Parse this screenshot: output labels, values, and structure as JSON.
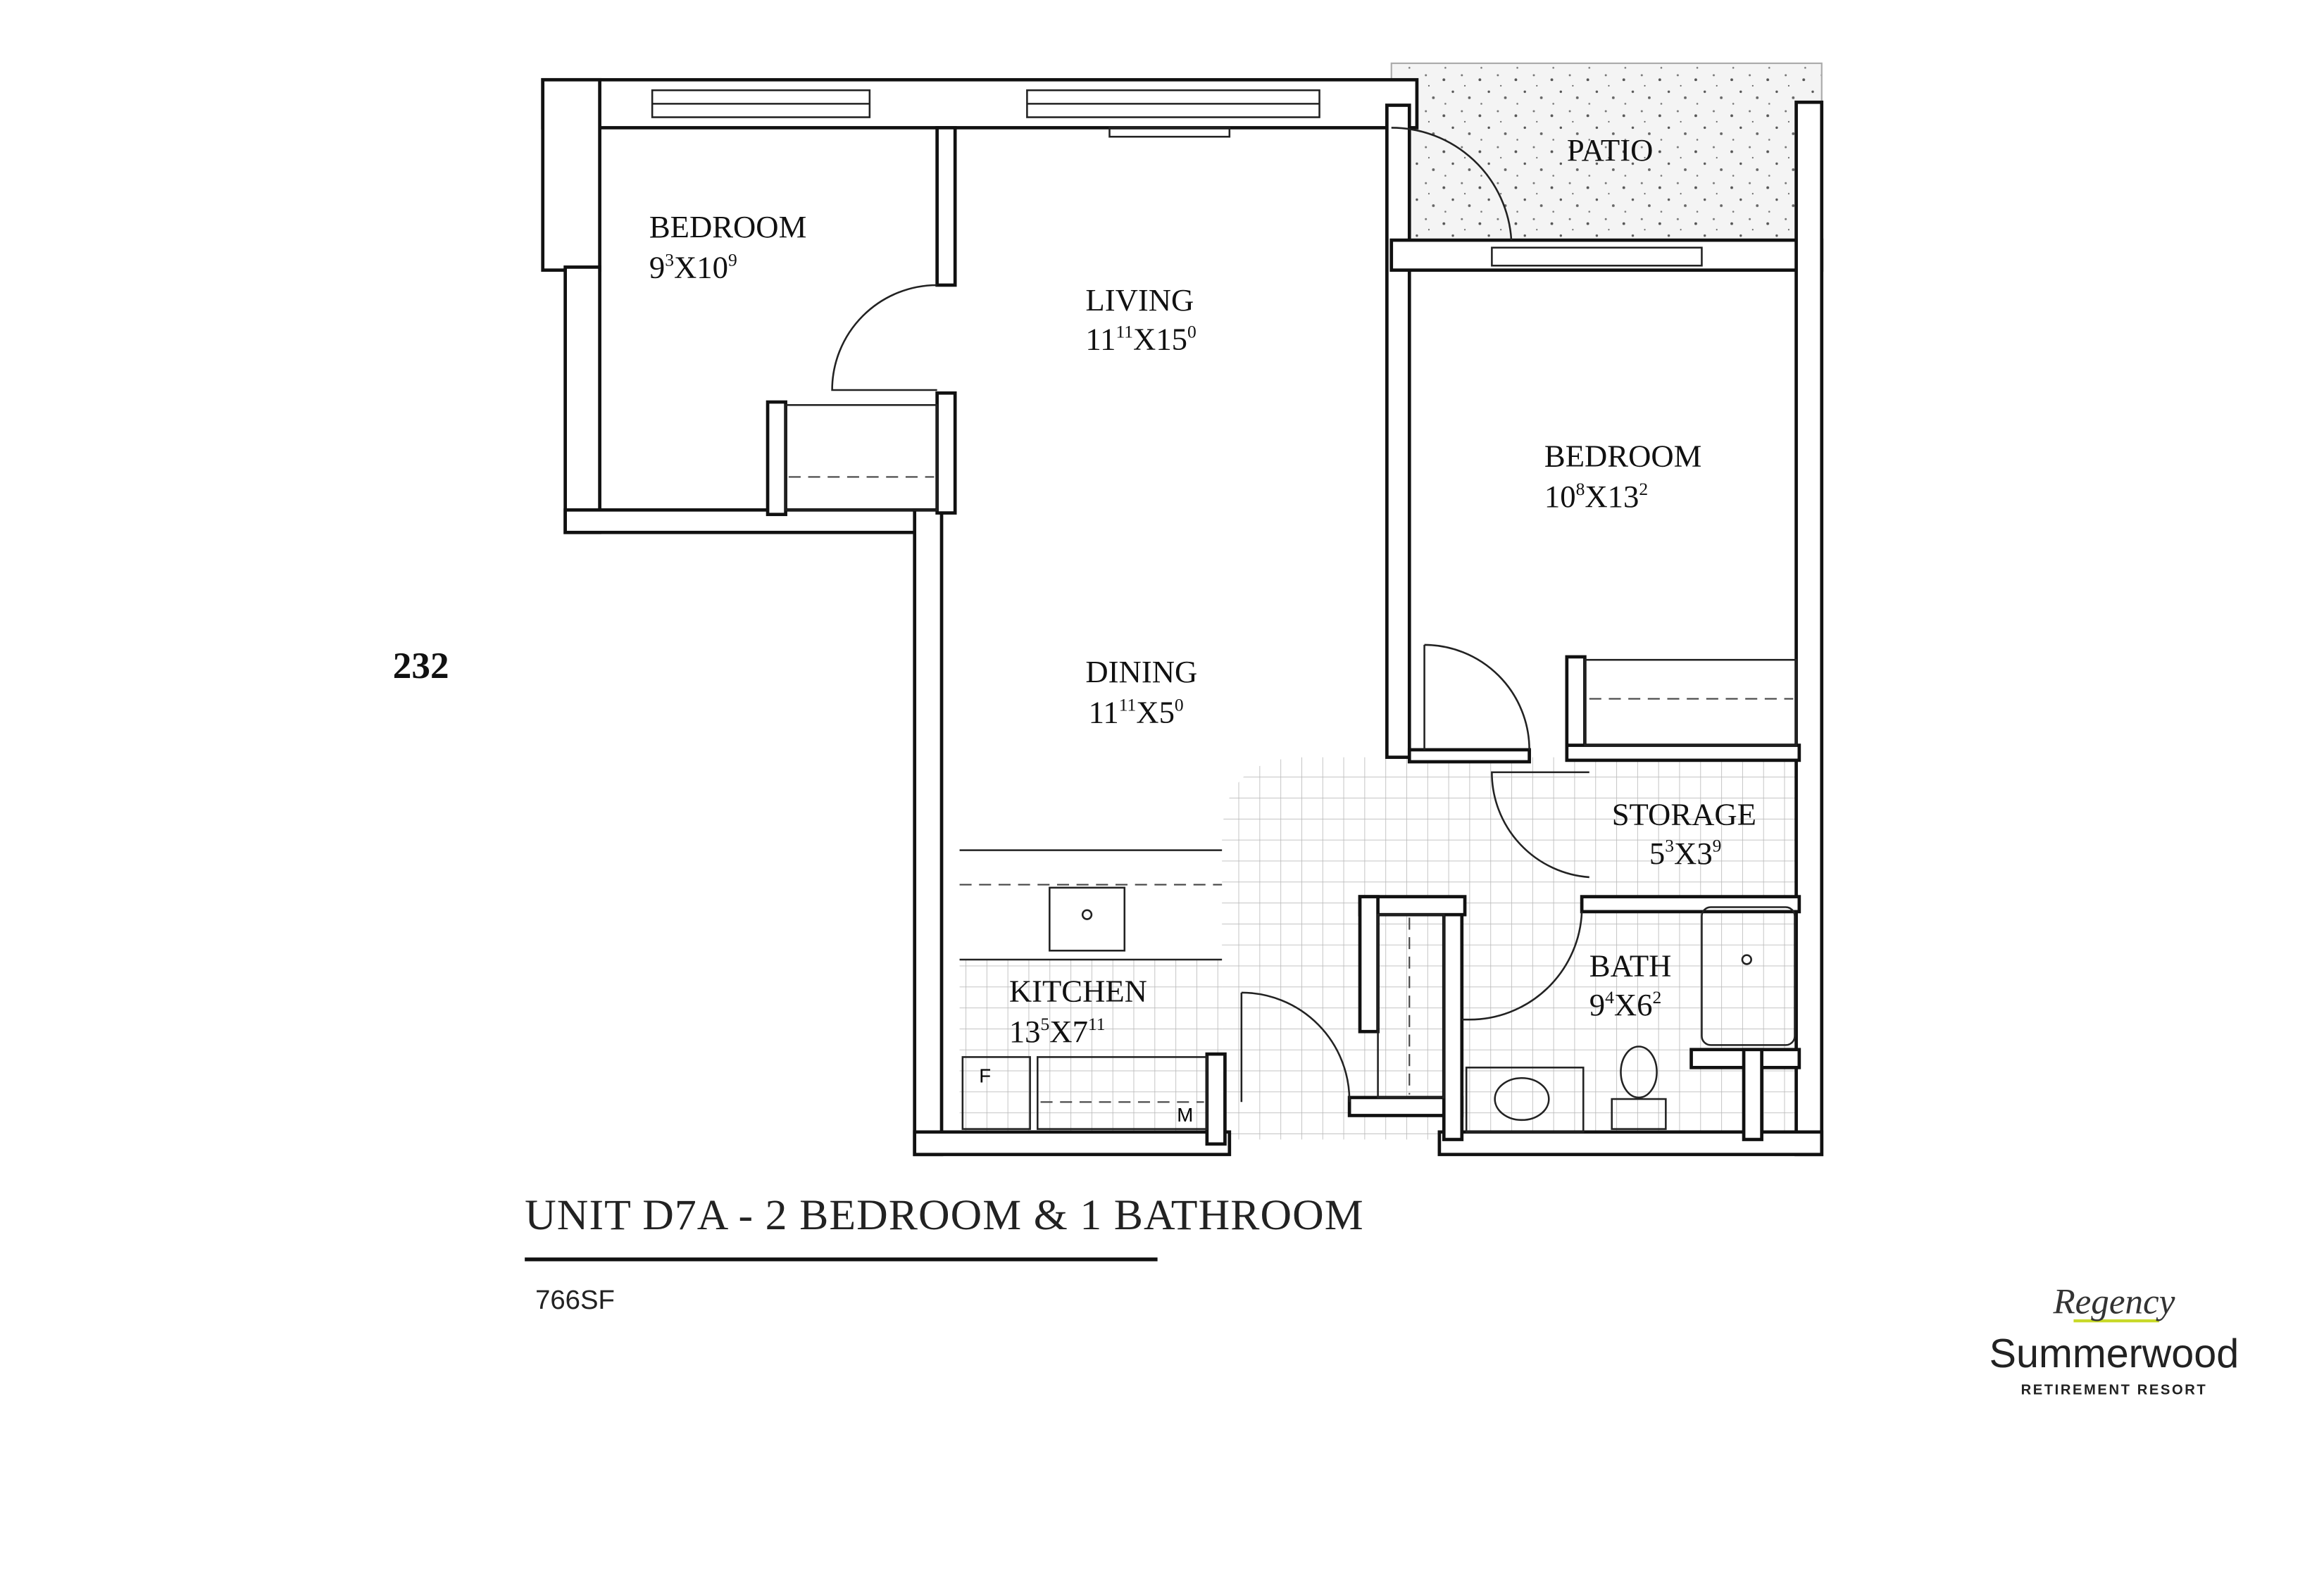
{
  "unit_number": "232",
  "title": "UNIT D7A - 2 BEDROOM & 1 BATHROOM",
  "area": "766SF",
  "rooms": {
    "bedroom1": {
      "name": "BEDROOM",
      "a": "9",
      "a_in": "3",
      "b": "10",
      "b_in": "9"
    },
    "living": {
      "name": "LIVING",
      "a": "11",
      "a_in": "11",
      "b": "15",
      "b_in": "0"
    },
    "bedroom2": {
      "name": "BEDROOM",
      "a": "10",
      "a_in": "8",
      "b": "13",
      "b_in": "2"
    },
    "dining": {
      "name": "DINING",
      "a": "11",
      "a_in": "11",
      "b": "5",
      "b_in": "0"
    },
    "storage": {
      "name": "STORAGE",
      "a": "5",
      "a_in": "3",
      "b": "3",
      "b_in": "9"
    },
    "bath": {
      "name": "BATH",
      "a": "9",
      "a_in": "4",
      "b": "6",
      "b_in": "2"
    },
    "kitchen": {
      "name": "KITCHEN",
      "a": "13",
      "a_in": "5",
      "b": "7",
      "b_in": "11"
    },
    "patio": {
      "name": "PATIO"
    }
  },
  "appliances": {
    "fridge": "F",
    "microwave": "M"
  },
  "logo": {
    "script": "Regency",
    "name": "Summerwood",
    "tagline": "RETIREMENT RESORT",
    "accent": "#c8d92a"
  }
}
